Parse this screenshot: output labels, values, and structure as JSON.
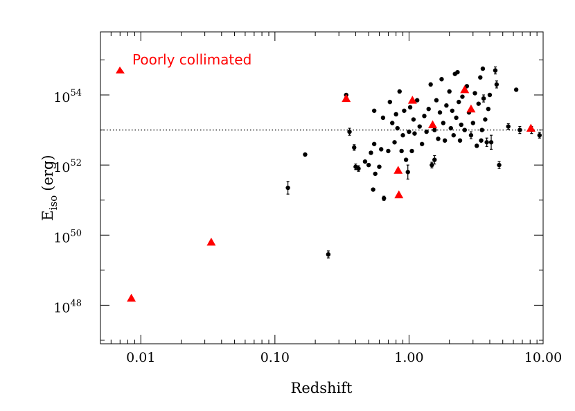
{
  "chart_data": {
    "type": "scatter",
    "title": "",
    "xlabel": "Redshift",
    "ylabel_main": "E",
    "ylabel_sub": "iso",
    "ylabel_unit": "(erg)",
    "x_scale": "log",
    "y_scale": "log",
    "xlim": [
      0.005,
      10.0
    ],
    "ylim_exponent": [
      46.9,
      55.8
    ],
    "x_ticks": [
      {
        "value": 0.01,
        "label": "0.01"
      },
      {
        "value": 0.1,
        "label": "0.10"
      },
      {
        "value": 1.0,
        "label": "1.00"
      },
      {
        "value": 10.0,
        "label": "10.00"
      }
    ],
    "y_ticks": [
      {
        "exp": 48,
        "base": "10",
        "sup": "48"
      },
      {
        "exp": 50,
        "base": "10",
        "sup": "50"
      },
      {
        "exp": 52,
        "base": "10",
        "sup": "52"
      },
      {
        "exp": 54,
        "base": "10",
        "sup": "54"
      }
    ],
    "reference_line": {
      "exp": 53.0,
      "style": "dotted"
    },
    "legend": {
      "label": "Poorly collimated",
      "position": "top-left",
      "color": "#ff0000"
    },
    "colors": {
      "regular": "#000000",
      "poorly_collimated": "#ff0000"
    },
    "series": [
      {
        "name": "Poorly collimated",
        "marker": "triangle",
        "points": [
          {
            "x": 0.0085,
            "y_exp": 48.2
          },
          {
            "x": 0.0335,
            "y_exp": 49.8
          },
          {
            "x": 0.34,
            "y_exp": 53.9
          },
          {
            "x": 0.83,
            "y_exp": 51.85
          },
          {
            "x": 0.84,
            "y_exp": 51.15
          },
          {
            "x": 1.06,
            "y_exp": 53.85
          },
          {
            "x": 1.5,
            "y_exp": 53.15
          },
          {
            "x": 2.6,
            "y_exp": 54.15
          },
          {
            "x": 2.9,
            "y_exp": 53.6
          },
          {
            "x": 8.1,
            "y_exp": 53.05
          }
        ]
      },
      {
        "name": "",
        "marker": "circle",
        "points": [
          {
            "x": 0.125,
            "y_exp": 51.35,
            "err": 0.18
          },
          {
            "x": 0.168,
            "y_exp": 52.3
          },
          {
            "x": 0.25,
            "y_exp": 49.45,
            "err": 0.1
          },
          {
            "x": 0.34,
            "y_exp": 54.0
          },
          {
            "x": 0.36,
            "y_exp": 52.95,
            "err": 0.1
          },
          {
            "x": 0.39,
            "y_exp": 52.5,
            "err": 0.08
          },
          {
            "x": 0.4,
            "y_exp": 51.95,
            "err": 0.08
          },
          {
            "x": 0.42,
            "y_exp": 51.9,
            "err": 0.08
          },
          {
            "x": 0.47,
            "y_exp": 52.1
          },
          {
            "x": 0.5,
            "y_exp": 52.0
          },
          {
            "x": 0.52,
            "y_exp": 52.35
          },
          {
            "x": 0.54,
            "y_exp": 51.3
          },
          {
            "x": 0.55,
            "y_exp": 52.6
          },
          {
            "x": 0.55,
            "y_exp": 53.55
          },
          {
            "x": 0.56,
            "y_exp": 51.75
          },
          {
            "x": 0.6,
            "y_exp": 51.95
          },
          {
            "x": 0.62,
            "y_exp": 52.45
          },
          {
            "x": 0.64,
            "y_exp": 53.35
          },
          {
            "x": 0.65,
            "y_exp": 51.05,
            "err": 0.06
          },
          {
            "x": 0.7,
            "y_exp": 52.4
          },
          {
            "x": 0.72,
            "y_exp": 53.8
          },
          {
            "x": 0.75,
            "y_exp": 53.2
          },
          {
            "x": 0.78,
            "y_exp": 52.65
          },
          {
            "x": 0.8,
            "y_exp": 53.45
          },
          {
            "x": 0.82,
            "y_exp": 53.05
          },
          {
            "x": 0.85,
            "y_exp": 54.1
          },
          {
            "x": 0.88,
            "y_exp": 52.4
          },
          {
            "x": 0.9,
            "y_exp": 52.85
          },
          {
            "x": 0.92,
            "y_exp": 53.55
          },
          {
            "x": 0.95,
            "y_exp": 52.15
          },
          {
            "x": 0.98,
            "y_exp": 51.8,
            "err": 0.2
          },
          {
            "x": 1.0,
            "y_exp": 52.95
          },
          {
            "x": 1.02,
            "y_exp": 53.65
          },
          {
            "x": 1.05,
            "y_exp": 52.4
          },
          {
            "x": 1.08,
            "y_exp": 53.3
          },
          {
            "x": 1.1,
            "y_exp": 52.9
          },
          {
            "x": 1.15,
            "y_exp": 53.85
          },
          {
            "x": 1.2,
            "y_exp": 53.1
          },
          {
            "x": 1.25,
            "y_exp": 52.6
          },
          {
            "x": 1.3,
            "y_exp": 53.4
          },
          {
            "x": 1.35,
            "y_exp": 52.95
          },
          {
            "x": 1.4,
            "y_exp": 53.6
          },
          {
            "x": 1.45,
            "y_exp": 54.3
          },
          {
            "x": 1.48,
            "y_exp": 52.0,
            "err": 0.08
          },
          {
            "x": 1.55,
            "y_exp": 53.0
          },
          {
            "x": 1.55,
            "y_exp": 52.15,
            "err": 0.12
          },
          {
            "x": 1.6,
            "y_exp": 53.85
          },
          {
            "x": 1.65,
            "y_exp": 52.75
          },
          {
            "x": 1.7,
            "y_exp": 53.5
          },
          {
            "x": 1.75,
            "y_exp": 54.45
          },
          {
            "x": 1.8,
            "y_exp": 53.2
          },
          {
            "x": 1.85,
            "y_exp": 52.7
          },
          {
            "x": 1.9,
            "y_exp": 53.7
          },
          {
            "x": 2.0,
            "y_exp": 54.1
          },
          {
            "x": 2.05,
            "y_exp": 53.05
          },
          {
            "x": 2.1,
            "y_exp": 53.55
          },
          {
            "x": 2.15,
            "y_exp": 52.85
          },
          {
            "x": 2.2,
            "y_exp": 54.6
          },
          {
            "x": 2.25,
            "y_exp": 53.35
          },
          {
            "x": 2.3,
            "y_exp": 54.65
          },
          {
            "x": 2.35,
            "y_exp": 53.8
          },
          {
            "x": 2.4,
            "y_exp": 52.7
          },
          {
            "x": 2.45,
            "y_exp": 53.15
          },
          {
            "x": 2.5,
            "y_exp": 53.95
          },
          {
            "x": 2.6,
            "y_exp": 53.0
          },
          {
            "x": 2.7,
            "y_exp": 54.25
          },
          {
            "x": 2.8,
            "y_exp": 53.5
          },
          {
            "x": 2.9,
            "y_exp": 52.85,
            "err": 0.1
          },
          {
            "x": 3.0,
            "y_exp": 53.2
          },
          {
            "x": 3.1,
            "y_exp": 54.05
          },
          {
            "x": 3.2,
            "y_exp": 52.55
          },
          {
            "x": 3.3,
            "y_exp": 53.75
          },
          {
            "x": 3.4,
            "y_exp": 54.5
          },
          {
            "x": 3.45,
            "y_exp": 52.7
          },
          {
            "x": 3.5,
            "y_exp": 53.0
          },
          {
            "x": 3.55,
            "y_exp": 54.75
          },
          {
            "x": 3.6,
            "y_exp": 53.9,
            "err": 0.1
          },
          {
            "x": 3.7,
            "y_exp": 53.3
          },
          {
            "x": 3.8,
            "y_exp": 52.65,
            "err": 0.12
          },
          {
            "x": 3.9,
            "y_exp": 53.6
          },
          {
            "x": 4.0,
            "y_exp": 54.0
          },
          {
            "x": 4.1,
            "y_exp": 52.65,
            "err": 0.2
          },
          {
            "x": 4.4,
            "y_exp": 54.7,
            "err": 0.1
          },
          {
            "x": 4.5,
            "y_exp": 54.3,
            "err": 0.1
          },
          {
            "x": 4.7,
            "y_exp": 52.0,
            "err": 0.1
          },
          {
            "x": 5.5,
            "y_exp": 53.1,
            "err": 0.08
          },
          {
            "x": 6.3,
            "y_exp": 54.15
          },
          {
            "x": 6.7,
            "y_exp": 53.0,
            "err": 0.1
          },
          {
            "x": 8.2,
            "y_exp": 53.0,
            "err": 0.1
          },
          {
            "x": 9.4,
            "y_exp": 52.85,
            "err": 0.08
          }
        ]
      }
    ]
  }
}
